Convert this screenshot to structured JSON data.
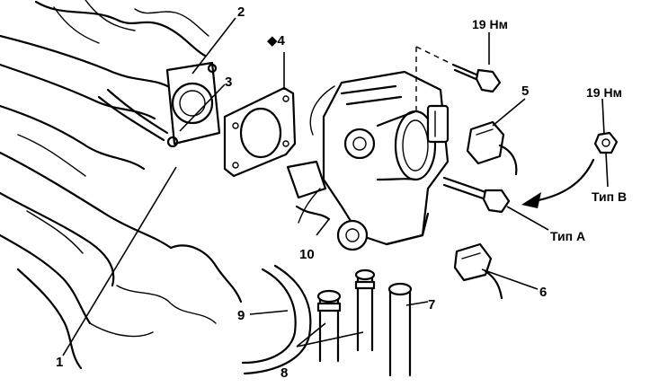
{
  "labels": {
    "l1": "1",
    "l2": "2",
    "l3": "3",
    "l4": "◆4",
    "l5": "5",
    "l6": "6",
    "l7": "7",
    "l8": "8",
    "l9": "9",
    "l10": "10",
    "torque_top": "19 Нм",
    "torque_right": "19 Нм",
    "type_a": "Тип А",
    "type_b": "Тип В"
  }
}
